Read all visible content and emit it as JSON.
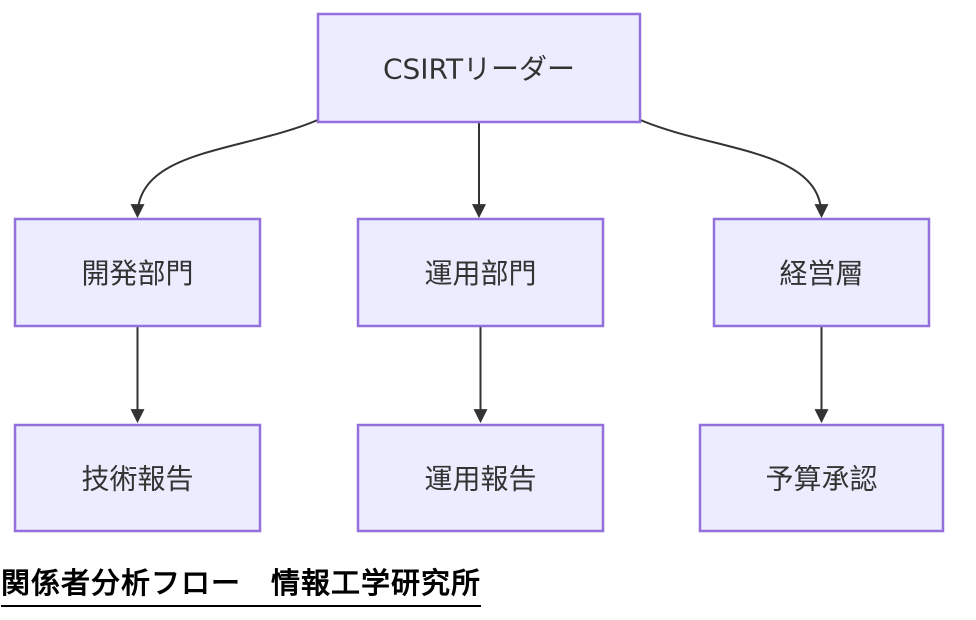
{
  "diagram": {
    "type": "flowchart-top-down",
    "nodes": [
      {
        "id": "leader",
        "label": "CSIRTリーダー"
      },
      {
        "id": "dev",
        "label": "開発部門"
      },
      {
        "id": "ops",
        "label": "運用部門"
      },
      {
        "id": "mgmt",
        "label": "経営層"
      },
      {
        "id": "tech_report",
        "label": "技術報告"
      },
      {
        "id": "ops_report",
        "label": "運用報告"
      },
      {
        "id": "budget",
        "label": "予算承認"
      }
    ],
    "edges": [
      {
        "from": "CSIRTリーダー",
        "to": "開発部門"
      },
      {
        "from": "CSIRTリーダー",
        "to": "運用部門"
      },
      {
        "from": "CSIRTリーダー",
        "to": "経営層"
      },
      {
        "from": "開発部門",
        "to": "技術報告"
      },
      {
        "from": "運用部門",
        "to": "運用報告"
      },
      {
        "from": "経営層",
        "to": "予算承認"
      }
    ],
    "colors": {
      "node_fill": "#ECECFF",
      "node_border": "#9370DB",
      "edge": "#333333",
      "node_text": "#333333",
      "caption_text": "#000000"
    }
  },
  "caption": {
    "text": "関係者分析フロー　情報工学研究所"
  }
}
